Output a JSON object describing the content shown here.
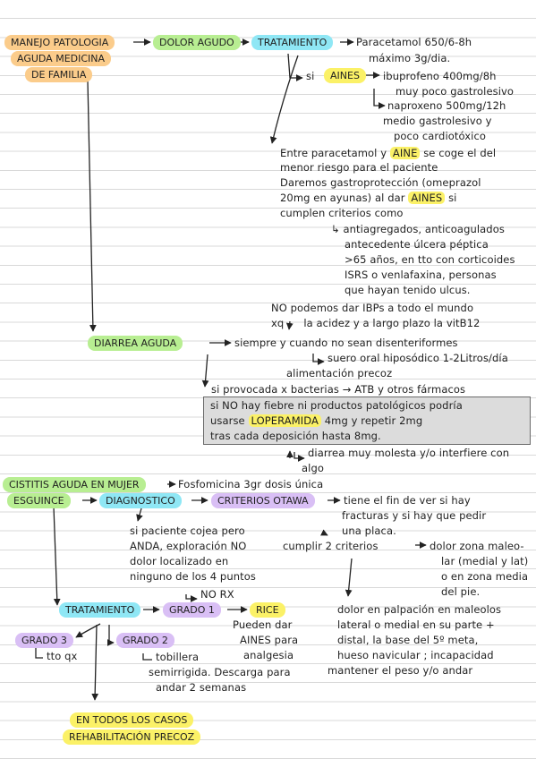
{
  "topic": {
    "line1": "MANEJO PATOLOGIA",
    "line2": "AGUDA MEDICINA",
    "line3": "DE FAMILIA"
  },
  "dolor": {
    "label": "DOLOR AGUDO",
    "tratamiento": "TRATAMIENTO",
    "paracetamol1": "Paracetamol 650/6-8h",
    "paracetamol2": "máximo 3g/dia.",
    "si": "si",
    "aines": "AINES",
    "ibuprofeno1": "ibuprofeno 400mg/8h",
    "ibuprofeno2": "muy poco gastrolesivo",
    "naproxeno1": "naproxeno 500mg/12h",
    "naproxeno2": "medio gastrolesivo y",
    "naproxeno3": "poco cardiotóxico",
    "entre_pre": "Entre paracetamol y",
    "aine": "AINE",
    "entre_post": "se coge el del",
    "menor": "menor riesgo para el paciente",
    "daremos": "Daremos gastroprotección (omeprazol",
    "dosis_pre": "20mg en ayunas) al dar",
    "aines2": "AINES",
    "dosis_post": "si",
    "cumplen": "cumplen criterios como",
    "crit1": "antiagregados, anticoagulados",
    "crit2": "antecedente úlcera péptica",
    "crit3": ">65 años, en tto con corticoides",
    "crit4": "ISRS o venlafaxina, personas",
    "crit5": "que hayan tenido ulcus.",
    "ibp1": "NO podemos dar IBPs a todo el mundo",
    "ibp2_xq": "xq",
    "ibp2_rest": "la acidez y a largo plazo la vitB12"
  },
  "diarrea": {
    "label": "DIARREA AGUDA",
    "siempre": "siempre y cuando no sean disenteriformes",
    "suero": "suero oral hiposódico 1-2Litros/día",
    "alimentacion": "alimentación precoz",
    "bacterias": "si provocada x bacterias → ATB y otros fármacos",
    "box1": "si NO hay fiebre ni productos patológicos podría",
    "box2_pre": "usarse",
    "loperamida": "LOPERAMIDA",
    "box2_post": "4mg y repetir 2mg",
    "box3": "tras cada deposición hasta 8mg.",
    "molesta": "diarrea muy molesta y/o interfiere con",
    "algo": "algo"
  },
  "cistitis": {
    "label": "CISTITIS AGUDA EN MUJER",
    "text": "Fosfomicina 3gr dosis única"
  },
  "esguince": {
    "label": "ESGUINCE",
    "diagnostico": "DIAGNOSTICO",
    "criterios": "CRITERIOS OTAWA",
    "fin1": "tiene el fin de ver si hay",
    "fin2": "fracturas y si hay que pedir",
    "fin3": "una placa.",
    "cojea1": "si paciente cojea pero",
    "cojea2": "ANDA, exploración NO",
    "cojea3": "dolor localizado en",
    "cojea4": "ninguno de los 4 puntos",
    "norx": "NO RX",
    "cumplir": "cumplir 2 criterios",
    "dz1": "dolor zona maleo-",
    "dz2": "lar (medial y lat)",
    "dz3": "o en zona media",
    "dz4": "del pie.",
    "dp1": "dolor en palpación en maleolos",
    "dp2": "lateral o medial en su parte +",
    "dp3": "distal, la base del 5º meta,",
    "dp4": "hueso navicular ; incapacidad",
    "dp5": "mantener el peso y/o andar",
    "tratamiento": "TRATAMIENTO",
    "grado1": "GRADO 1",
    "rice": "RICE",
    "pueden1": "Pueden dar",
    "pueden2": "AINES para",
    "pueden3": "analgesia",
    "grado3": "GRADO 3",
    "ttoqx": "tto qx",
    "grado2": "GRADO 2",
    "tobillera1": "tobillera",
    "tobillera2": "semirrigida. Descarga para",
    "tobillera3": "andar 2 semanas",
    "todos1": "EN TODOS LOS CASOS",
    "todos2": "REHABILITACIÓN PRECOZ"
  }
}
